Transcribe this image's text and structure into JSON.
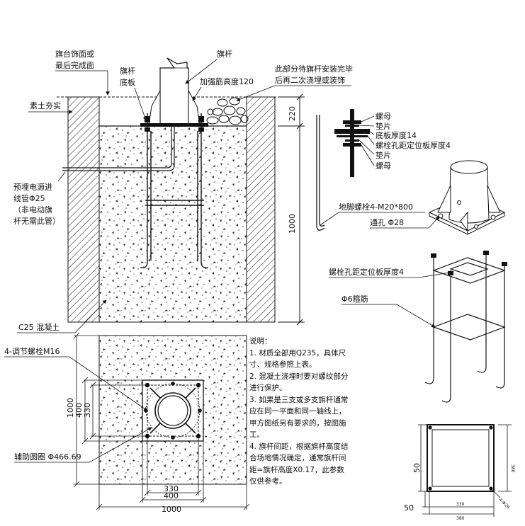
{
  "labels": {
    "deck_finish": [
      "旗台饰面或",
      "最后完成面"
    ],
    "pole": "旗杆",
    "base_plate": [
      "旗杆",
      "底板"
    ],
    "rib_height": "加强筋高度120",
    "post_pour": [
      "此部分待旗杆安装完毕",
      "后再二次浇埋或装饰"
    ],
    "compacted_soil": "素土夯实",
    "dim_220": "220",
    "dim_1000_vertical": "1000",
    "power_conduit": [
      "预埋电源进",
      "线管Φ25",
      "（非电动旗",
      "杆无需此管）"
    ],
    "c25_concrete": "C25 混凝土",
    "nut_top": "螺母",
    "washer_top": "垫片",
    "plate_thickness": "底板厚度14",
    "position_plate_thickness": "螺栓孔距定位板厚度4",
    "washer_bottom": "垫片",
    "nut_bottom": "螺母",
    "anchor_bolt": "地脚螺栓4-M20*800",
    "through_hole": "通孔 Φ28",
    "cage_plate_thickness": "螺栓孔距定位板厚度4",
    "tie_bar": "Φ6箍筋",
    "adjust_bolt": "4-调节螺栓M16",
    "aux_circle": "辅助圆圈 Φ466.69",
    "plan_dims": {
      "v1000": "1000",
      "v400": "400",
      "v330": "330",
      "h330": "330",
      "h400": "400",
      "h1000": "1000"
    },
    "small_plan_dims": {
      "left50": "50",
      "bottom50": "50",
      "inner": "330",
      "outer": "380",
      "right": "380",
      "hole": "4-Φ28"
    }
  },
  "notes": {
    "title": "说明：",
    "items": [
      "1. 材质全部用Q235，具体尺寸、规格参照上表。",
      "2. 混凝土浇埋时要对螺纹部分进行保护。",
      "3. 如果是三支或多支旗杆通常应在同一平面和同一轴线上，甲方图纸另有要求的，按图施工。",
      "4. 旗杆间距，根据旗杆高度结合场地情况确定，通常旗杆间距=旗杆高度X0.17，此参数仅供参考。"
    ]
  }
}
